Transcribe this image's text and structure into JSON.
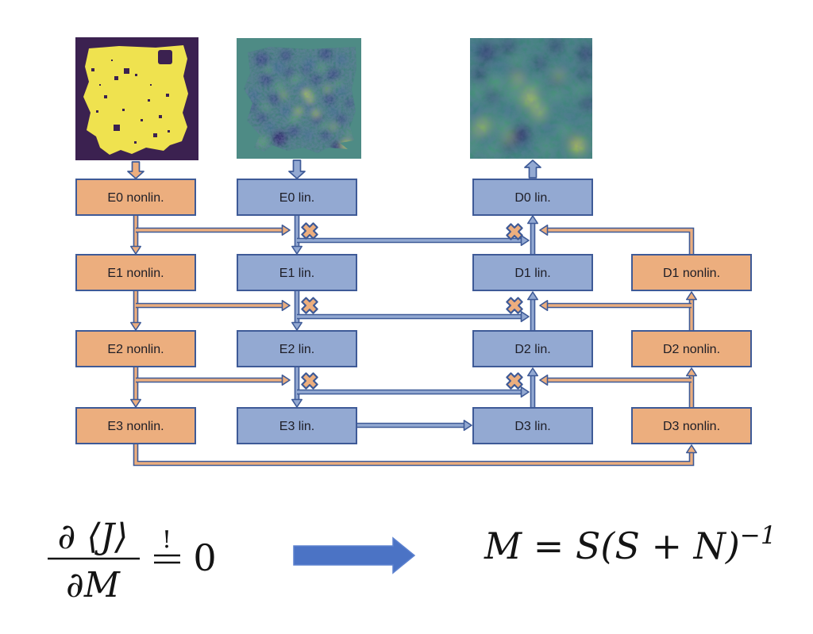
{
  "boxes": {
    "e_nonlin": [
      "E0 nonlin.",
      "E1 nonlin.",
      "E2 nonlin.",
      "E3 nonlin."
    ],
    "e_lin": [
      "E0 lin.",
      "E1 lin.",
      "E2 lin.",
      "E3 lin."
    ],
    "d_lin": [
      "D0 lin.",
      "D1 lin.",
      "D2 lin.",
      "D3 lin."
    ],
    "d_nonlin": [
      "D1 nonlin.",
      "D2 nonlin.",
      "D3 nonlin."
    ]
  },
  "formulas": {
    "gradient_numerator": "∂ ⟨J⟩",
    "gradient_denominator": "∂M",
    "gradient_exclamation": "!",
    "gradient_rhs": "0",
    "wiener_base": "M = S(S + N)",
    "wiener_exponent": "−1"
  },
  "icons": {
    "multiply_junction": "heavy-x-multiply-icon",
    "implies": "right-block-arrow-icon"
  },
  "images": {
    "left": "binary-mask-map",
    "middle": "noisy-input-map",
    "right": "denoised-output-map"
  },
  "colors": {
    "outline": "#3E5A97",
    "box_blue": "#93A9D2",
    "box_orange": "#ECAE7E",
    "label_text": "#1D1D26",
    "formula_text": "#141414",
    "big_arrow_blue": "#4B73C5",
    "mask_bg": "#3B2150",
    "mask_yellow": "#EFE24F",
    "map_teal_bg": "#4E8B85"
  }
}
